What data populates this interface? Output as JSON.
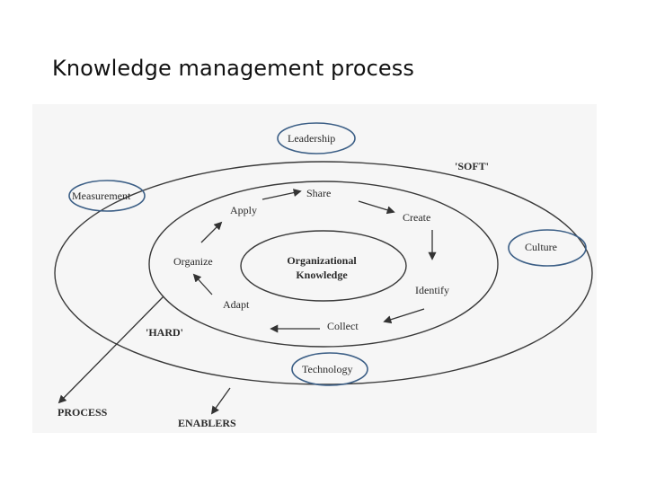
{
  "slide": {
    "title": "Knowledge management process"
  },
  "diagram": {
    "center": [
      "Organizational",
      "Knowledge"
    ],
    "cycle": [
      "Share",
      "Create",
      "Identify",
      "Collect",
      "Adapt",
      "Organize",
      "Apply"
    ],
    "enablers": {
      "leadership": "Leadership",
      "measurement": "Measurement",
      "culture": "Culture",
      "technology": "Technology"
    },
    "soft_label": "'SOFT'",
    "hard_label": "'HARD'",
    "process_label": "PROCESS",
    "enablers_label": "ENABLERS",
    "highlight_color": "#3c5f86"
  }
}
